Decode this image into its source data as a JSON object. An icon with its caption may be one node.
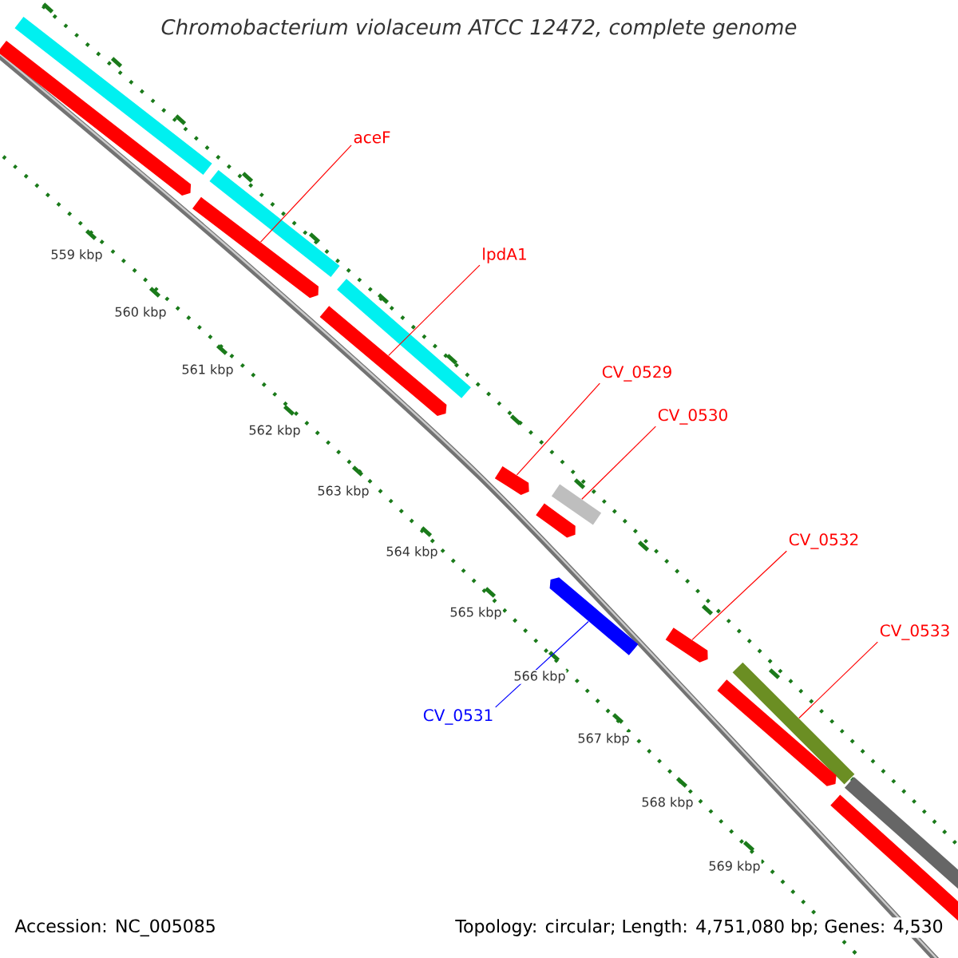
{
  "diagram": {
    "title": "Chromobacterium violaceum ATCC 12472, complete genome",
    "nodes": [
      {
        "text": [
          "aceF"
        ]
      },
      {
        "text": [
          "lpdA1"
        ]
      },
      {
        "text": [
          "CV_0529"
        ]
      },
      {
        "text": [
          "CV_0530"
        ]
      },
      {
        "text": [
          "CV_0531"
        ]
      },
      {
        "text": [
          "CV_0532"
        ]
      },
      {
        "text": [
          "CV_0533"
        ]
      },
      {
        "text": [],
        "shape": "bar"
      },
      {
        "text": [],
        "shape": "bar"
      },
      {
        "text": [],
        "shape": "bar"
      },
      {
        "text": [],
        "shape": "bar"
      },
      {
        "text": [],
        "shape": "bar"
      },
      {
        "text": [],
        "shape": "bar"
      },
      {
        "text": [],
        "shape": "bar"
      },
      {
        "text": [],
        "shape": "bar"
      },
      {
        "text": [],
        "shape": "bar"
      },
      {
        "text": [],
        "shape": "bar"
      },
      {
        "text": [],
        "shape": "bar"
      },
      {
        "text": [],
        "shape": "bar"
      },
      {
        "text": [],
        "shape": "bar"
      },
      {
        "text": [],
        "shape": "bar"
      },
      {
        "text": [],
        "shape": "bar"
      }
    ],
    "edges": [
      {
        "from": 0,
        "to": 10,
        "arrow": "none"
      },
      {
        "from": 1,
        "to": 12,
        "arrow": "none"
      },
      {
        "from": 2,
        "to": 13,
        "arrow": "none"
      },
      {
        "from": 3,
        "to": 14,
        "arrow": "none"
      },
      {
        "from": 4,
        "to": 16,
        "arrow": "none",
        "color": "#0000ff"
      },
      {
        "from": 5,
        "to": 17,
        "arrow": "none"
      },
      {
        "from": 6,
        "to": 18,
        "arrow": "none"
      }
    ],
    "labels": [
      "559 kbp",
      "560 kbp",
      "561 kbp",
      "562 kbp",
      "563 kbp",
      "564 kbp",
      "565 kbp",
      "566 kbp",
      "567 kbp",
      "568 kbp",
      "569 kbp",
      "Accession: NC_005085",
      "Topology: circular; Length: 4,751,080 bp; Genes: 4,530"
    ]
  }
}
